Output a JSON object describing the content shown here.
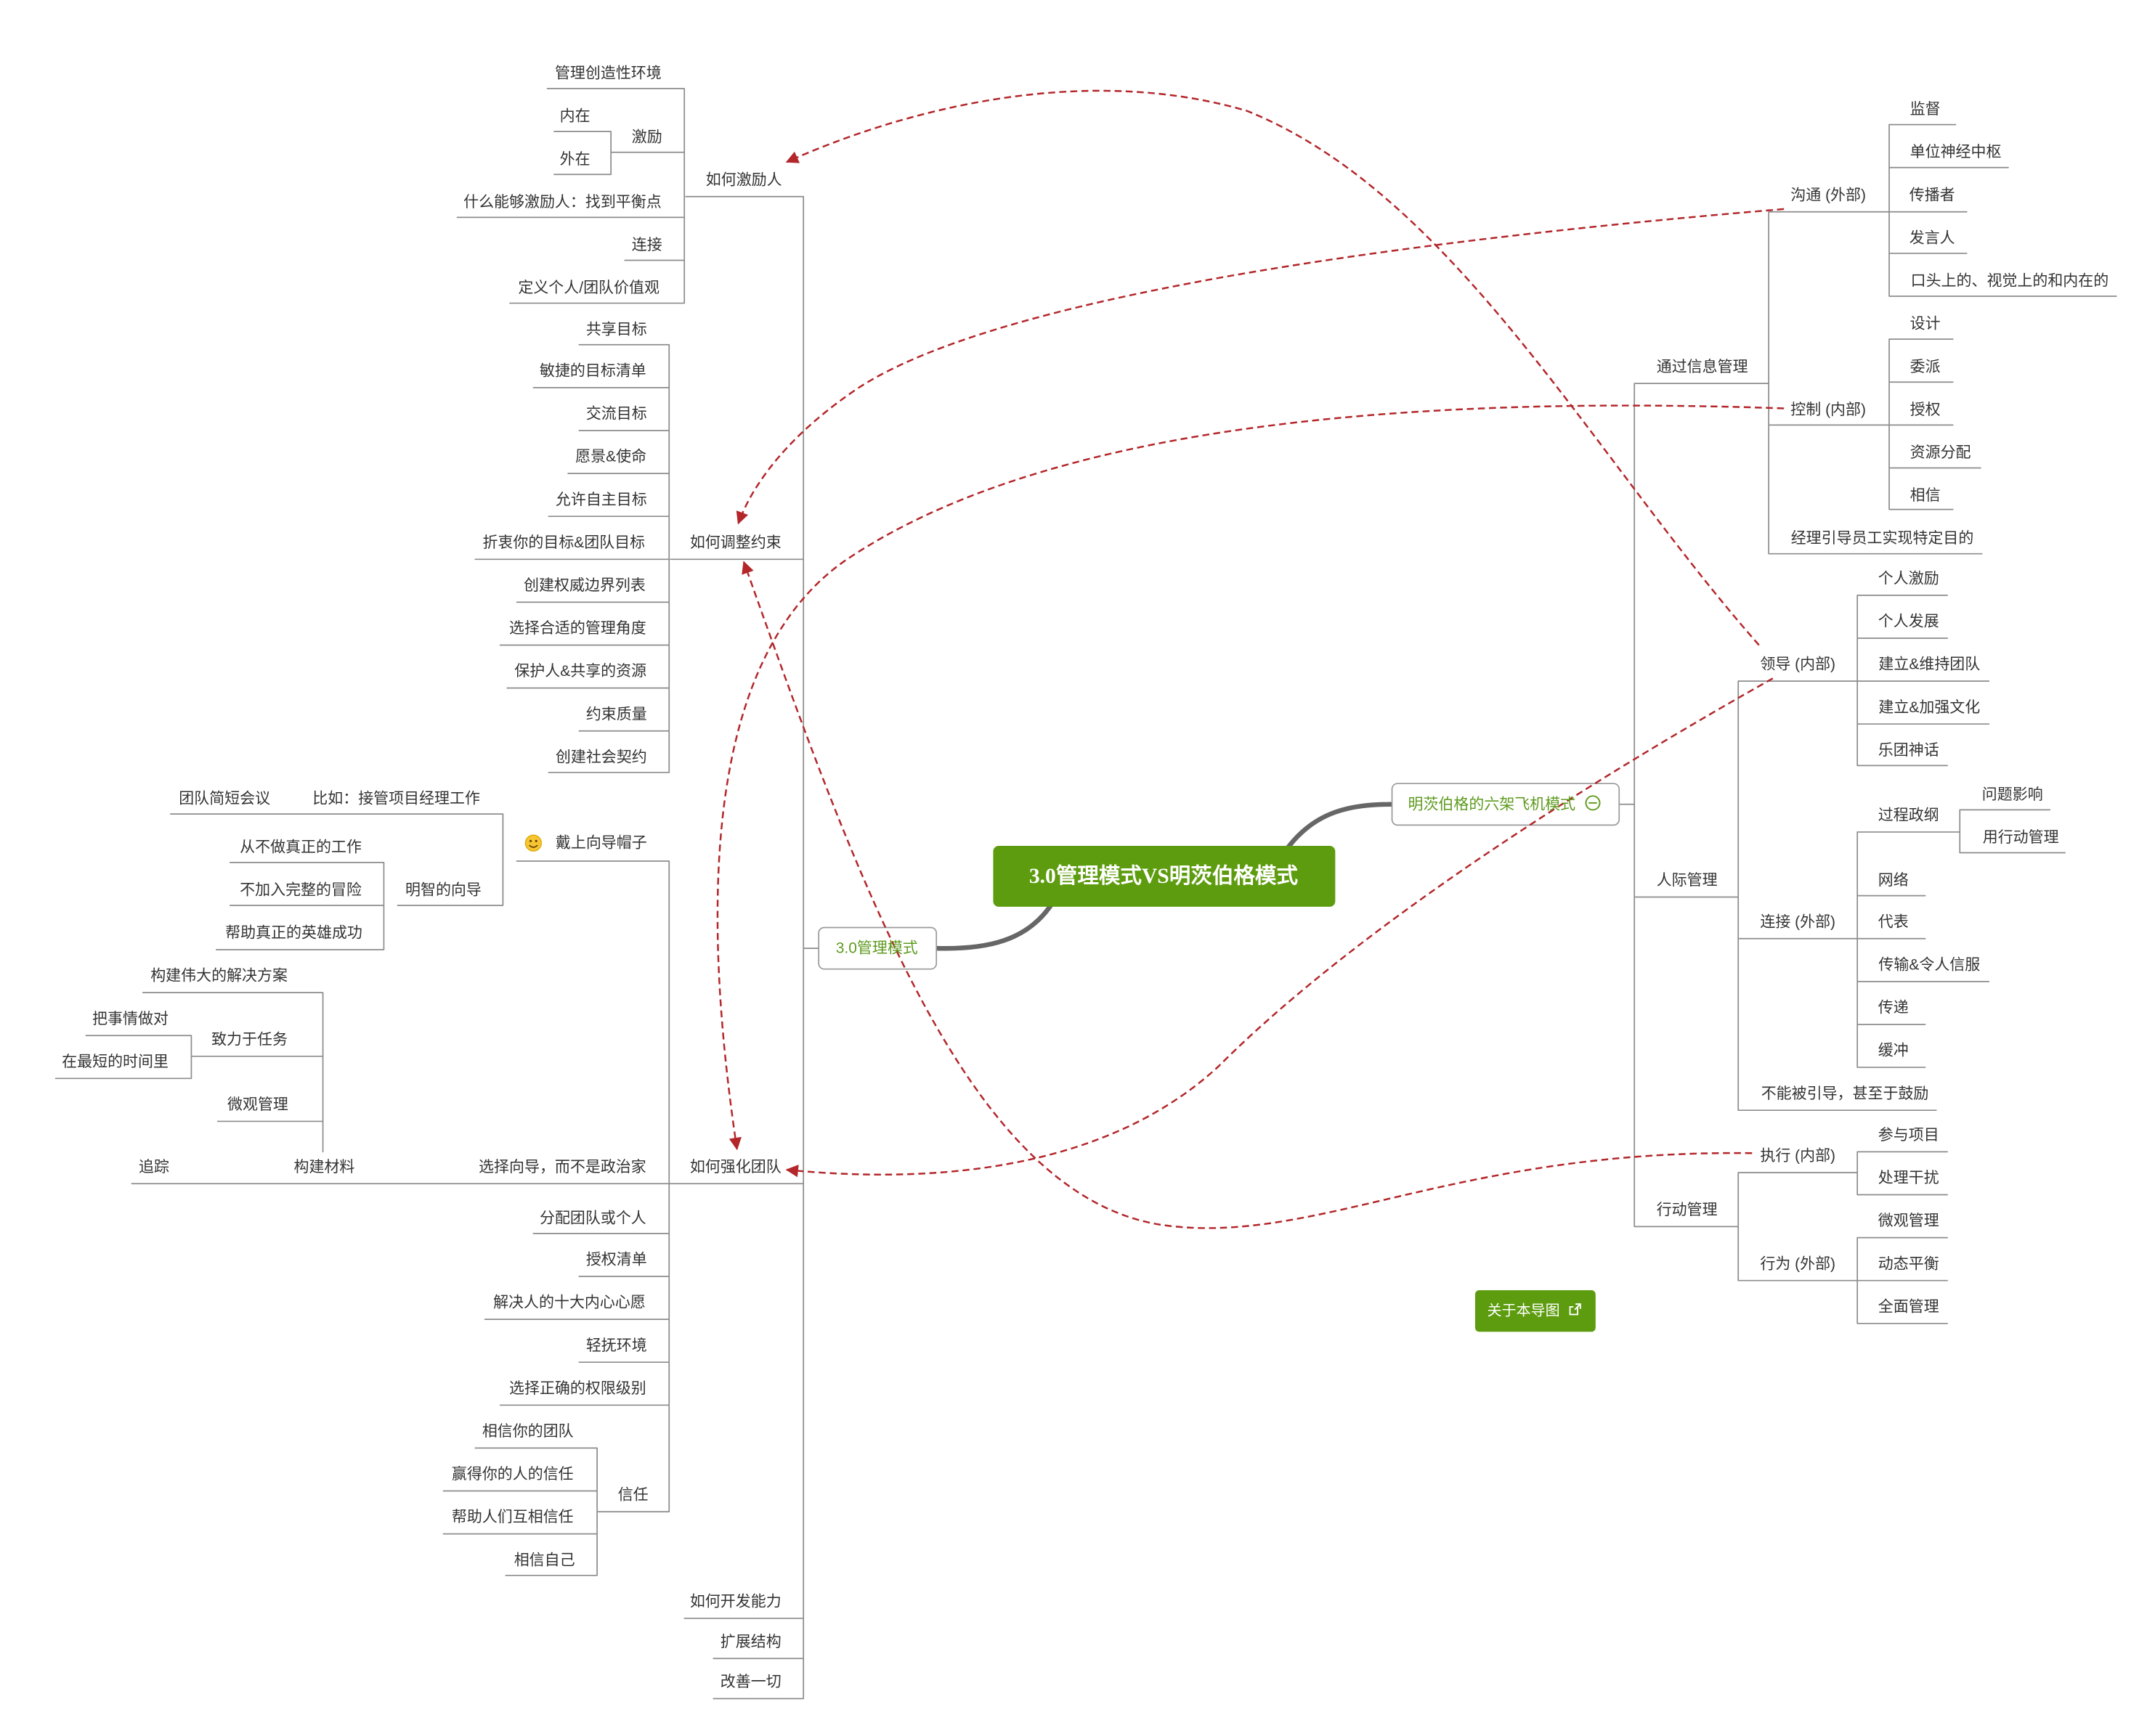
{
  "title": "3.0管理模式VS明茨伯格模式",
  "left_branch": {
    "label": "3.0管理模式",
    "children": [
      {
        "label": "如何激励人",
        "children": [
          {
            "label": "管理创造性环境"
          },
          {
            "label": "激励",
            "children": [
              {
                "label": "内在"
              },
              {
                "label": "外在"
              }
            ]
          },
          {
            "label": "什么能够激励人：找到平衡点"
          },
          {
            "label": "连接"
          },
          {
            "label": "定义个人/团队价值观"
          }
        ]
      },
      {
        "label": "如何调整约束",
        "children": [
          {
            "label": "共享目标"
          },
          {
            "label": "敏捷的目标清单"
          },
          {
            "label": "交流目标"
          },
          {
            "label": "愿景&使命"
          },
          {
            "label": "允许自主目标"
          },
          {
            "label": "折衷你的目标&团队目标"
          },
          {
            "label": "创建权威边界列表"
          },
          {
            "label": "选择合适的管理角度"
          },
          {
            "label": "保护人&共享的资源"
          },
          {
            "label": "约束质量"
          },
          {
            "label": "创建社会契约"
          }
        ]
      },
      {
        "label": "如何强化团队",
        "children": [
          {
            "label": "戴上向导帽子",
            "children": [
              {
                "label": "比如：接管项目经理工作",
                "children": [
                  {
                    "label": "团队简短会议"
                  }
                ]
              },
              {
                "label": "明智的向导",
                "children": [
                  {
                    "label": "从不做真正的工作"
                  },
                  {
                    "label": "不加入完整的冒险"
                  },
                  {
                    "label": "帮助真正的英雄成功"
                  }
                ]
              }
            ]
          },
          {
            "label": "选择向导，而不是政治家",
            "children": [
              {
                "label": "构建材料",
                "children": [
                  {
                    "label": "构建伟大的解决方案"
                  },
                  {
                    "label": "致力于任务",
                    "children": [
                      {
                        "label": "把事情做对"
                      },
                      {
                        "label": "在最短的时间里"
                      }
                    ]
                  },
                  {
                    "label": "微观管理"
                  },
                  {
                    "label": "追踪"
                  }
                ]
              }
            ]
          },
          {
            "label": "分配团队或个人"
          },
          {
            "label": "授权清单"
          },
          {
            "label": "解决人的十大内心心愿"
          },
          {
            "label": "轻抚环境"
          },
          {
            "label": "选择正确的权限级别"
          },
          {
            "label": "信任",
            "children": [
              {
                "label": "相信你的团队"
              },
              {
                "label": "赢得你的人的信任"
              },
              {
                "label": "帮助人们互相信任"
              },
              {
                "label": "相信自己"
              }
            ]
          }
        ]
      },
      {
        "label": "如何开发能力"
      },
      {
        "label": "扩展结构"
      },
      {
        "label": "改善一切"
      }
    ]
  },
  "right_branch": {
    "label": "明茨伯格的六架飞机模式",
    "children": [
      {
        "label": "通过信息管理",
        "children": [
          {
            "label": "沟通 (外部)",
            "children": [
              {
                "label": "监督"
              },
              {
                "label": "单位神经中枢"
              },
              {
                "label": "传播者"
              },
              {
                "label": "发言人"
              },
              {
                "label": "口头上的、视觉上的和内在的"
              }
            ]
          },
          {
            "label": "控制 (内部)",
            "children": [
              {
                "label": "设计"
              },
              {
                "label": "委派"
              },
              {
                "label": "授权"
              },
              {
                "label": "资源分配"
              },
              {
                "label": "相信"
              }
            ]
          },
          {
            "label": "经理引导员工实现特定目的"
          }
        ]
      },
      {
        "label": "人际管理",
        "children": [
          {
            "label": "领导 (内部)",
            "children": [
              {
                "label": "个人激励"
              },
              {
                "label": "个人发展"
              },
              {
                "label": "建立&维持团队"
              },
              {
                "label": "建立&加强文化"
              },
              {
                "label": "乐团神话"
              }
            ]
          },
          {
            "label": "连接 (外部)",
            "children": [
              {
                "label": "过程政纲",
                "children": [
                  {
                    "label": "问题影响"
                  },
                  {
                    "label": "用行动管理"
                  }
                ]
              },
              {
                "label": "网络"
              },
              {
                "label": "代表"
              },
              {
                "label": "传输&令人信服"
              },
              {
                "label": "传递"
              },
              {
                "label": "缓冲"
              }
            ]
          },
          {
            "label": "不能被引导，甚至于鼓励"
          }
        ]
      },
      {
        "label": "行动管理",
        "children": [
          {
            "label": "执行 (内部)",
            "children": [
              {
                "label": "参与项目"
              },
              {
                "label": "处理干扰"
              }
            ]
          },
          {
            "label": "行为 (外部)",
            "children": [
              {
                "label": "微观管理"
              },
              {
                "label": "动态平衡"
              },
              {
                "label": "全面管理"
              }
            ]
          }
        ]
      }
    ]
  },
  "about_button": {
    "label": "关于本导图"
  },
  "icons": {
    "topic_marker": "smile-icon",
    "collapse": "collapse-icon",
    "about_link": "external-link-icon"
  },
  "colors": {
    "central_fill": "#5d9c0f",
    "branch_text": "#5e9a1e",
    "connector": "#8c8c8c",
    "relationship": "#b3262a",
    "about_button_fill": "#5d9c0f"
  }
}
